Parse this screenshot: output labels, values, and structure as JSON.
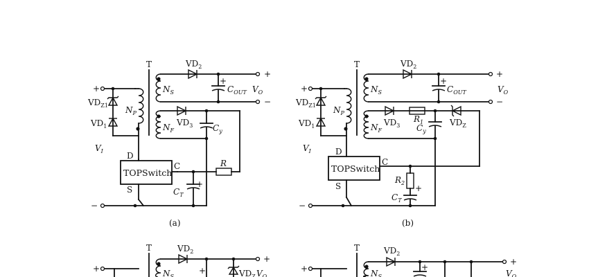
{
  "circuit_a": {
    "caption": "(a)",
    "plus_in": "+",
    "minus_in": "−",
    "vi": "V",
    "vi_sub": "I",
    "vdz1": "VD",
    "vdz1_sub": "Z1",
    "vd1": "VD",
    "vd1_sub": "1",
    "t": "T",
    "np": "N",
    "np_sub": "P",
    "ns": "N",
    "ns_sub": "S",
    "nf": "N",
    "nf_sub": "F",
    "vd2": "VD",
    "vd2_sub": "2",
    "vd3": "VD",
    "vd3_sub": "3",
    "cout": "C",
    "cout_sub": "OUT",
    "cy": "C",
    "cy_sub": "y",
    "ct": "C",
    "ct_sub": "T",
    "r": "R",
    "vo": "V",
    "vo_sub": "O",
    "plus_out": "+",
    "minus_out": "−",
    "cap_plus": "+",
    "ic": "TOPSwitch",
    "pin_d": "D",
    "pin_c": "C",
    "pin_s": "S"
  },
  "circuit_b": {
    "caption": "(b)",
    "plus_in": "+",
    "minus_in": "−",
    "vi": "V",
    "vi_sub": "I",
    "vdz1": "VD",
    "vdz1_sub": "Z1",
    "vd1": "VD",
    "vd1_sub": "1",
    "t": "T",
    "np": "N",
    "np_sub": "P",
    "ns": "N",
    "ns_sub": "S",
    "nf": "N",
    "nf_sub": "F",
    "vd2": "VD",
    "vd2_sub": "2",
    "vd3": "VD",
    "vd3_sub": "3",
    "vdz": "VD",
    "vdz_sub": "Z",
    "r1": "R",
    "r1_sub": "1",
    "r2": "R",
    "r2_sub": "2",
    "cout": "C",
    "cout_sub": "OUT",
    "cy": "C",
    "cy_sub": "y",
    "ct": "C",
    "ct_sub": "T",
    "vo": "V",
    "vo_sub": "O",
    "plus_out": "+",
    "minus_out": "−",
    "cap_plus": "+",
    "ic": "TOPSwitch",
    "pin_d": "D",
    "pin_c": "C",
    "pin_s": "S"
  },
  "circuit_c": {
    "plus_in": "+",
    "t": "T",
    "vd2": "VD",
    "vd2_sub": "2",
    "ns": "N",
    "ns_sub": "S",
    "vdz": "VD",
    "vdz_sub": "Z",
    "vo": "V",
    "vo_sub": "O",
    "cap_plus": "+",
    "plus_out": "+"
  },
  "circuit_d": {
    "plus_in": "+",
    "t": "T",
    "vd2": "VD",
    "vd2_sub": "2",
    "ns": "N",
    "ns_sub": "S",
    "vo": "V",
    "vo_sub": "O",
    "cap_plus": "+",
    "plus_out": "+"
  }
}
